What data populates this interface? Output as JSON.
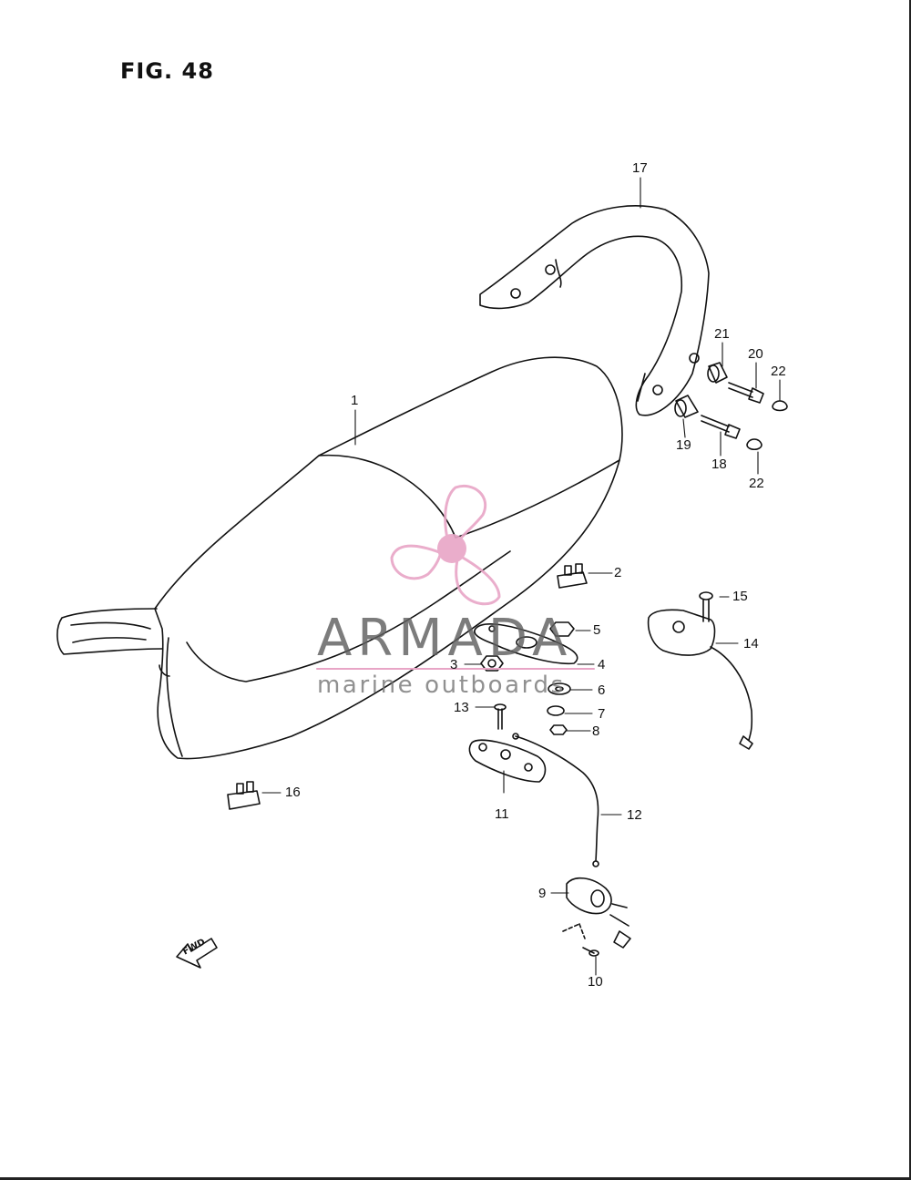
{
  "figure": {
    "title": "FIG. 48"
  },
  "watermark": {
    "brand": "ARMADA",
    "tagline": "marine outboards",
    "logo_icon": "propeller-icon",
    "logo_color": "#e8a5c6"
  },
  "direction_indicator": {
    "label": "FWD",
    "icon": "fwd-arrow-icon"
  },
  "callouts": {
    "p1": "1",
    "p2": "2",
    "p3": "3",
    "p4": "4",
    "p5": "5",
    "p6": "6",
    "p7": "7",
    "p8": "8",
    "p9": "9",
    "p10": "10",
    "p11": "11",
    "p12": "12",
    "p13": "13",
    "p14": "14",
    "p15": "15",
    "p16": "16",
    "p17": "17",
    "p18": "18",
    "p19": "19",
    "p20": "20",
    "p21": "21",
    "p22a": "22",
    "p22b": "22"
  }
}
